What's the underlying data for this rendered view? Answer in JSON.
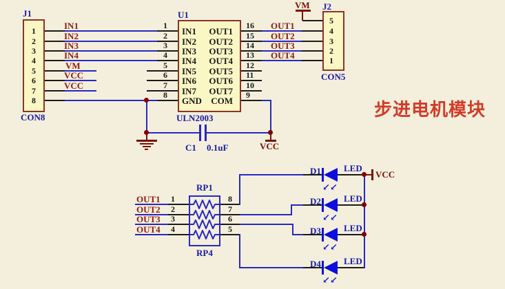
{
  "title": "步进电机模块",
  "colors": {
    "background": "#F3EFDC",
    "component_fill": "#FBF7C5",
    "component_border": "#8B3323",
    "wire": "#2727C4",
    "led_blue": "#0D0DE0",
    "net_label": "#8B1D15",
    "power": "#7A1008",
    "designator": "#1A1AA6",
    "junction": "#800000",
    "title_red": "#D23B28"
  },
  "j1": {
    "designator": "J1",
    "type_label": "CON8",
    "pin_numbers": [
      "1",
      "2",
      "3",
      "4",
      "5",
      "6",
      "7",
      "8"
    ],
    "net_labels": [
      "IN1",
      "IN2",
      "IN3",
      "IN4",
      "VM",
      "VCC",
      "VCC"
    ]
  },
  "u1": {
    "designator": "U1",
    "part": "ULN2003",
    "left_pins": [
      {
        "number": "1",
        "name": "IN1"
      },
      {
        "number": "2",
        "name": "IN2"
      },
      {
        "number": "3",
        "name": "IN3"
      },
      {
        "number": "4",
        "name": "IN4"
      },
      {
        "number": "5",
        "name": "IN5"
      },
      {
        "number": "6",
        "name": "IN6"
      },
      {
        "number": "7",
        "name": "IN7"
      },
      {
        "number": "8",
        "name": "GND"
      }
    ],
    "right_pins": [
      {
        "number": "16",
        "name": "OUT1"
      },
      {
        "number": "15",
        "name": "OUT2"
      },
      {
        "number": "14",
        "name": "OUT3"
      },
      {
        "number": "13",
        "name": "OUT4"
      },
      {
        "number": "12",
        "name": "OUT5"
      },
      {
        "number": "11",
        "name": "OUT6"
      },
      {
        "number": "10",
        "name": "OUT7"
      },
      {
        "number": "9",
        "name": "COM"
      }
    ]
  },
  "j2": {
    "designator": "J2",
    "type_label": "CON5",
    "pin_numbers": [
      "5",
      "4",
      "3",
      "2",
      "1"
    ]
  },
  "nets_u1_to_j2": [
    "OUT1",
    "OUT2",
    "OUT3",
    "OUT4"
  ],
  "power": {
    "vm": "VM",
    "vcc_mid": "VCC",
    "vcc_led": "VCC"
  },
  "capacitor": {
    "designator": "C1",
    "value": "0.1uF"
  },
  "rp": {
    "designator": "RP1",
    "type_label": "RP4",
    "left_pin_numbers": [
      "1",
      "2",
      "3",
      "4"
    ],
    "right_pin_numbers": [
      "8",
      "7",
      "6",
      "5"
    ],
    "net_labels": [
      "OUT1",
      "OUT2",
      "OUT3",
      "OUT4"
    ]
  },
  "leds": [
    {
      "designator": "D1",
      "label": "LED"
    },
    {
      "designator": "D2",
      "label": "LED"
    },
    {
      "designator": "D3",
      "label": "LED"
    },
    {
      "designator": "D4",
      "label": "LED"
    }
  ],
  "icons": {
    "led_emission_arrow": "↙"
  }
}
